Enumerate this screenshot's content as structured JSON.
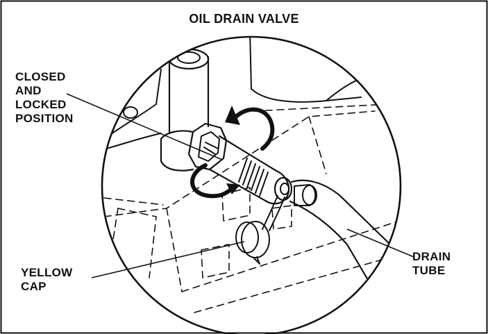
{
  "title": "OIL DRAIN VALVE",
  "labels": {
    "closed_locked": [
      "CLOSED",
      "AND",
      "LOCKED",
      "POSITION"
    ],
    "yellow_cap": [
      "YELLOW",
      "CAP"
    ],
    "drain_tube": [
      "DRAIN",
      "TUBE"
    ]
  },
  "colors": {
    "line": "#111111",
    "background": "#ffffff"
  }
}
